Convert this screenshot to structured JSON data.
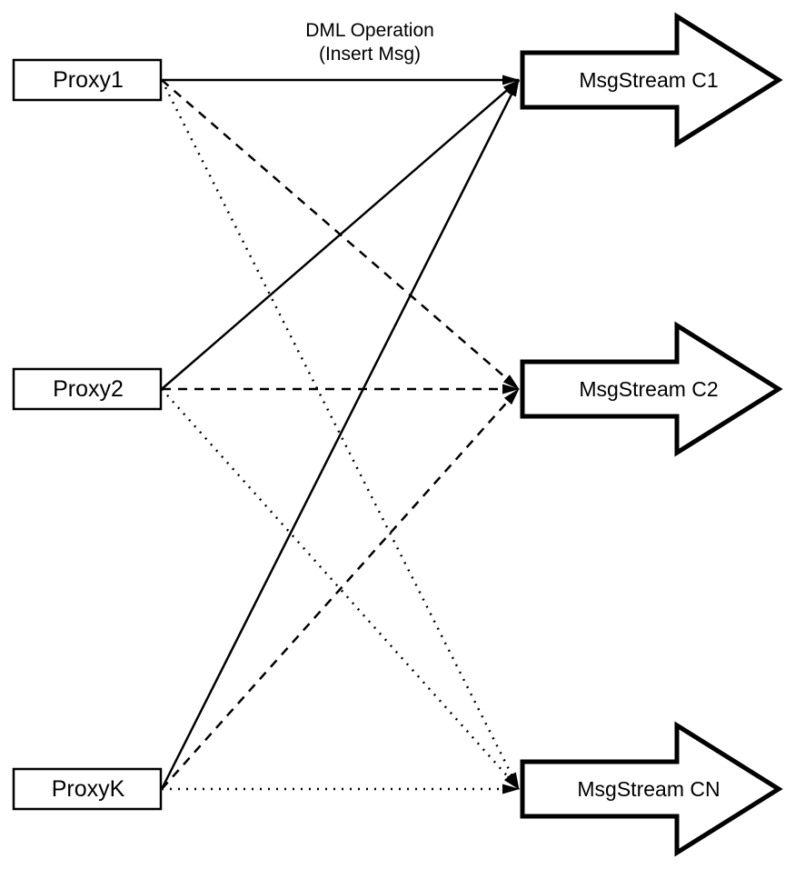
{
  "diagram": {
    "colors": {
      "background": "#ffffff",
      "stroke": "#000000",
      "fill": "#ffffff"
    },
    "annotation": {
      "line1": "DML Operation",
      "line2": "(Insert Msg)"
    },
    "proxies": [
      {
        "id": "proxy1",
        "label": "Proxy1"
      },
      {
        "id": "proxy2",
        "label": "Proxy2"
      },
      {
        "id": "proxyk",
        "label": "ProxyK"
      }
    ],
    "streams": [
      {
        "id": "msgstream-c1",
        "label": "MsgStream C1"
      },
      {
        "id": "msgstream-c2",
        "label": "MsgStream C2"
      },
      {
        "id": "msgstream-cn",
        "label": "MsgStream CN"
      }
    ],
    "edges": [
      {
        "from": "Proxy1",
        "to": "MsgStream C1",
        "style": "solid"
      },
      {
        "from": "Proxy2",
        "to": "MsgStream C1",
        "style": "solid"
      },
      {
        "from": "ProxyK",
        "to": "MsgStream C1",
        "style": "solid"
      },
      {
        "from": "Proxy1",
        "to": "MsgStream C2",
        "style": "dashed"
      },
      {
        "from": "Proxy2",
        "to": "MsgStream C2",
        "style": "dashed"
      },
      {
        "from": "ProxyK",
        "to": "MsgStream C2",
        "style": "dashed"
      },
      {
        "from": "Proxy1",
        "to": "MsgStream CN",
        "style": "dotted"
      },
      {
        "from": "Proxy2",
        "to": "MsgStream CN",
        "style": "dotted"
      },
      {
        "from": "ProxyK",
        "to": "MsgStream CN",
        "style": "dotted"
      }
    ]
  }
}
